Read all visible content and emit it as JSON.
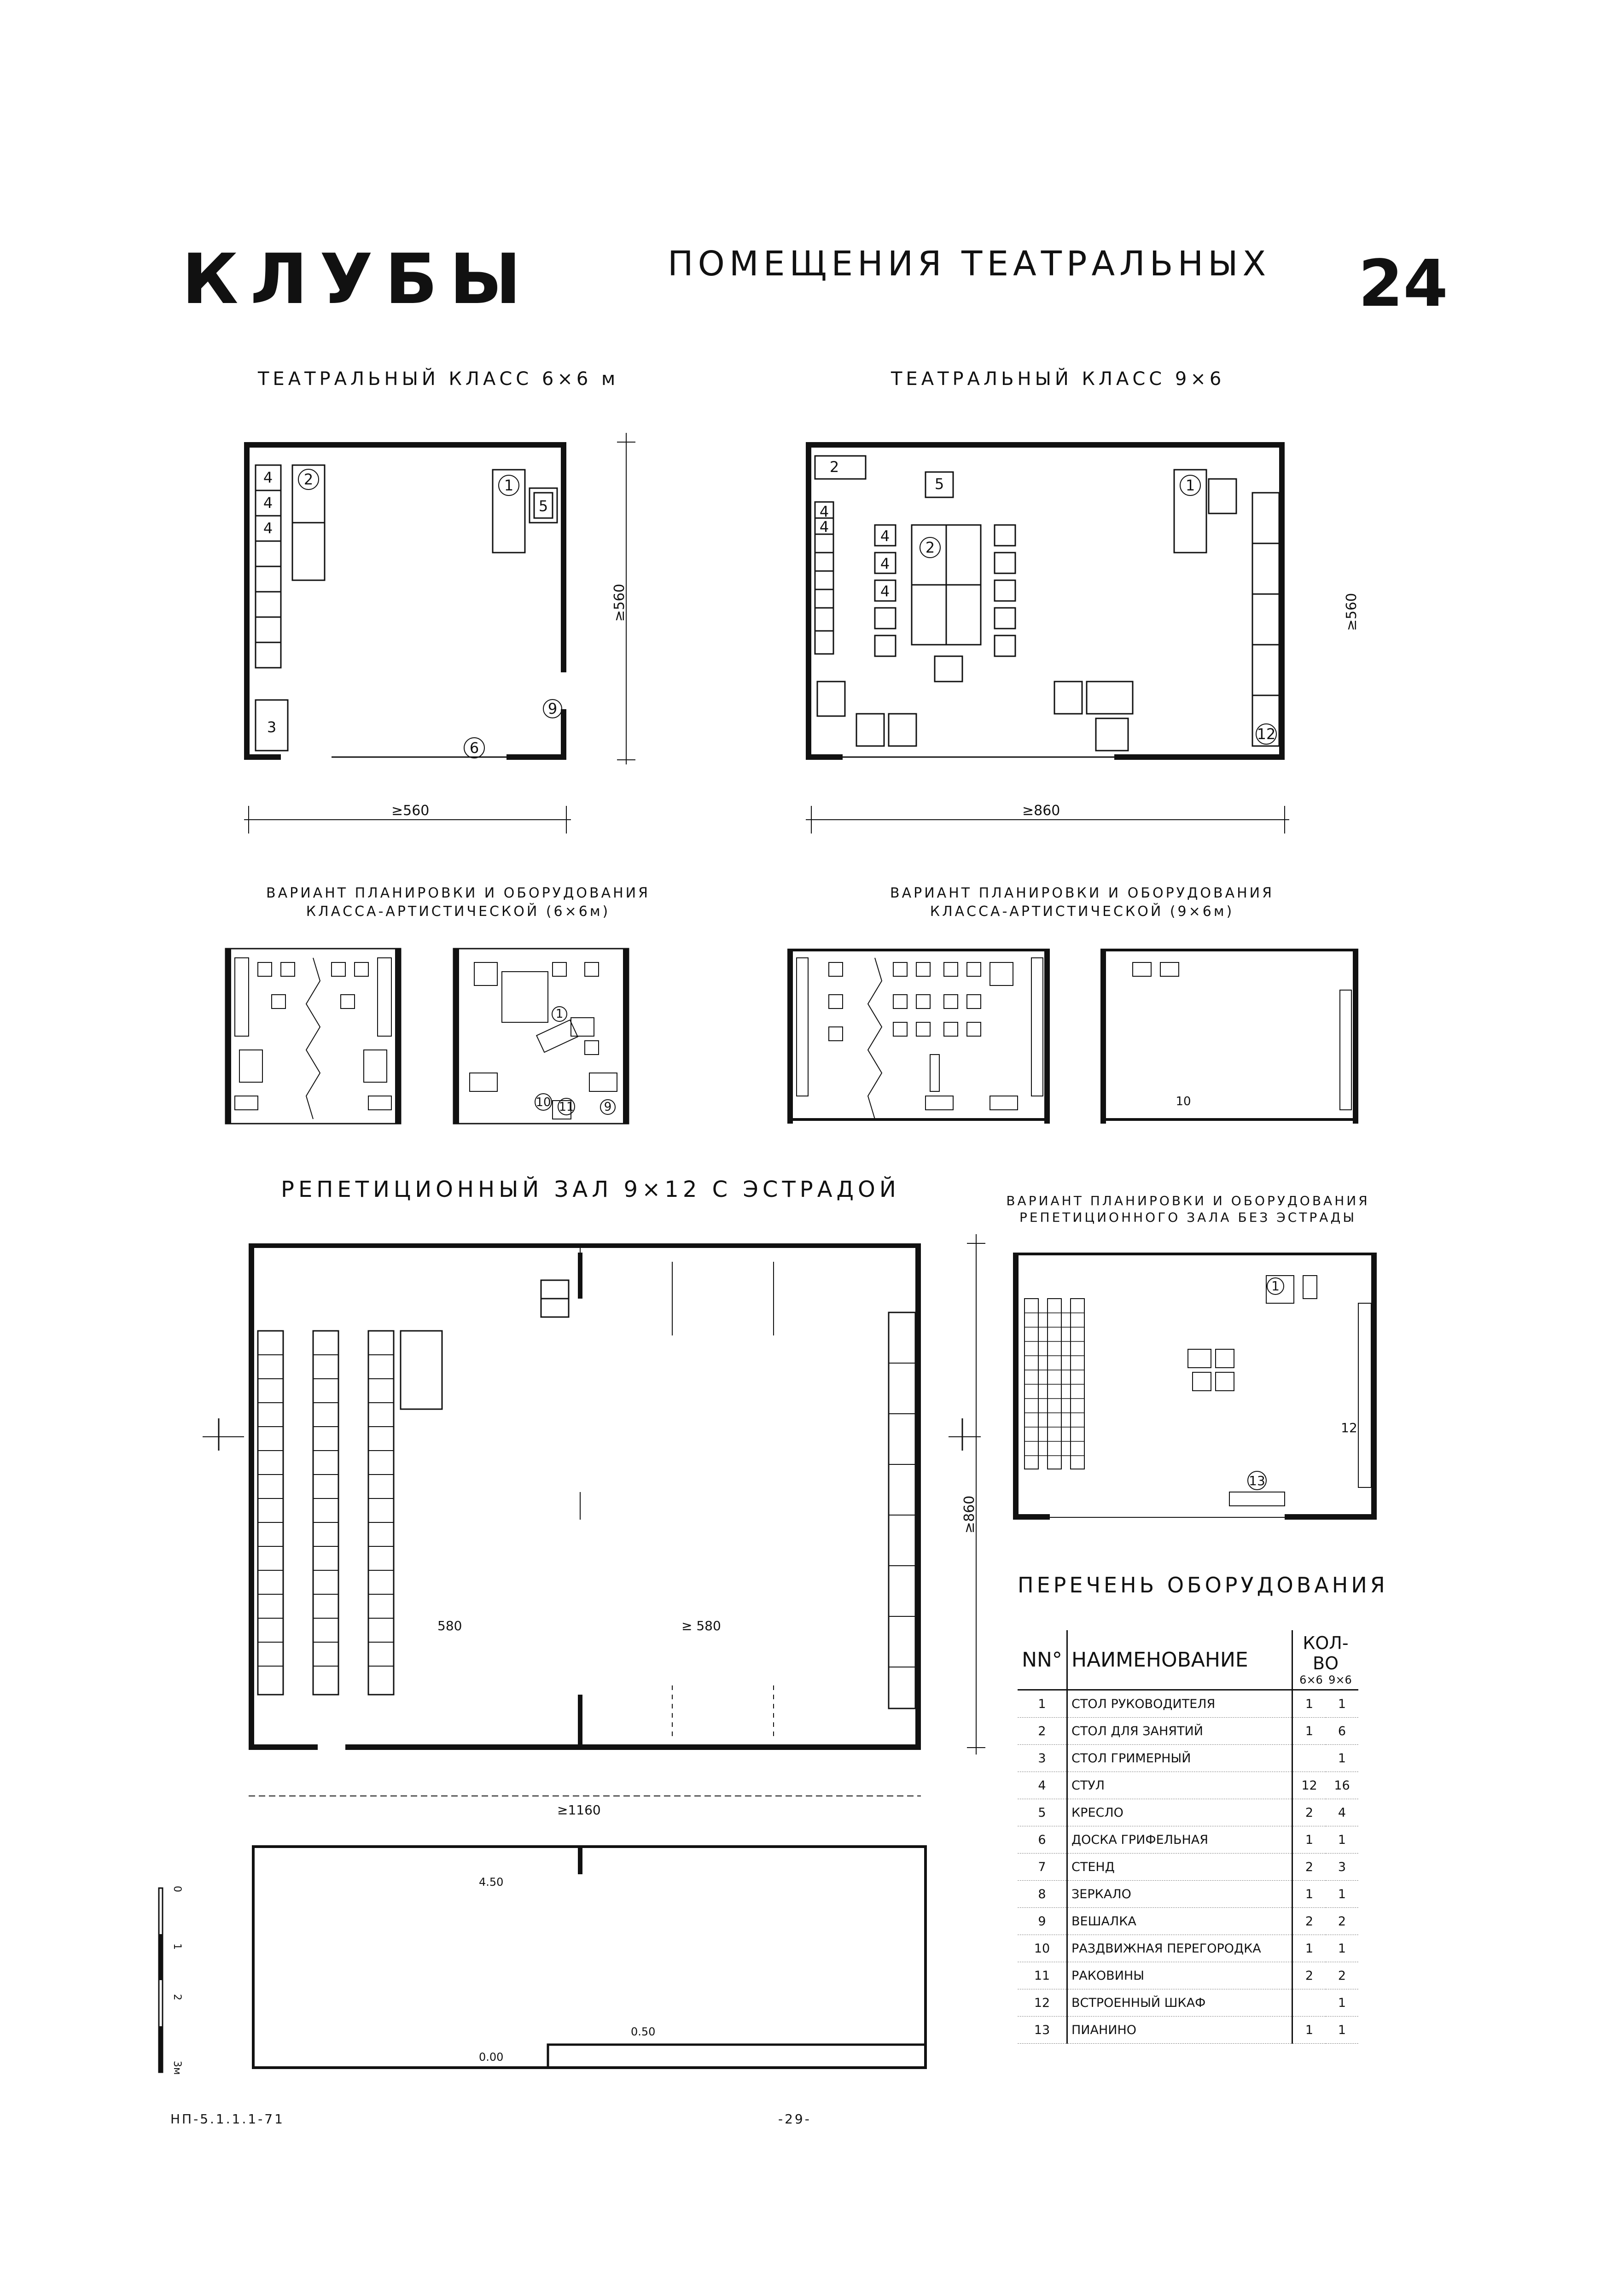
{
  "header": {
    "left": "КЛУБЫ",
    "center": "ПОМЕЩЕНИЯ ТЕАТРАЛЬНЫХ",
    "sheet_number": "24"
  },
  "plan_a": {
    "title": "ТЕАТРАЛЬНЫЙ КЛАСС 6×6 м",
    "dim_width": "≥560",
    "dim_height": "≥560",
    "labels": [
      "1",
      "2",
      "3",
      "4",
      "4",
      "4",
      "5",
      "6",
      "9"
    ]
  },
  "plan_b": {
    "title": "ТЕАТРАЛЬНЫЙ КЛАСС 9×6",
    "dim_width": "≥860",
    "dim_height": "≥560",
    "labels": [
      "1",
      "2",
      "2",
      "4",
      "4",
      "4",
      "4",
      "4",
      "5",
      "12"
    ]
  },
  "variant_6x6": {
    "title_line1": "ВАРИАНТ ПЛАНИРОВКИ И ОБОРУДОВАНИЯ",
    "title_line2": "КЛАССА-АРТИСТИЧЕСКОЙ (6×6м)",
    "labels": [
      "1",
      "10",
      "11",
      "9"
    ]
  },
  "variant_9x6": {
    "title_line1": "ВАРИАНТ ПЛАНИРОВКИ И ОБОРУДОВАНИЯ",
    "title_line2": "КЛАССА-АРТИСТИЧЕСКОЙ (9×6м)",
    "labels": [
      "10"
    ]
  },
  "rehearsal_hall": {
    "title": "РЕПЕТИЦИОННЫЙ ЗАЛ 9×12 С ЭСТРАДОЙ",
    "dim_width": "≥1160",
    "dim_height": "≥860",
    "label_stage": "580",
    "label_hall": "≥ 580"
  },
  "hall_variant": {
    "title_line1": "ВАРИАНТ ПЛАНИРОВКИ И ОБОРУДОВАНИЯ",
    "title_line2": "РЕПЕТИЦИОННОГО ЗАЛА БЕЗ ЭСТРАДЫ",
    "labels": [
      "1",
      "12",
      "13"
    ]
  },
  "section": {
    "label_top": "4.50",
    "label_mid": "0.50",
    "label_floor": "0.00"
  },
  "scale_bar": {
    "ticks": [
      "0",
      "1",
      "2",
      "3м"
    ]
  },
  "equipment_list": {
    "title": "ПЕРЕЧЕНЬ ОБОРУДОВАНИЯ",
    "col_num": "NN°",
    "col_name": "НАИМЕНОВАНИЕ",
    "col_qty": "КОЛ-ВО",
    "col_qty_a": "6×6",
    "col_qty_b": "9×6",
    "items": [
      {
        "n": "1",
        "name": "СТОЛ РУКОВОДИТЕЛЯ",
        "a": "1",
        "b": "1"
      },
      {
        "n": "2",
        "name": "СТОЛ ДЛЯ ЗАНЯТИЙ",
        "a": "1",
        "b": "6"
      },
      {
        "n": "3",
        "name": "СТОЛ ГРИМЕРНЫЙ",
        "a": "",
        "b": "1"
      },
      {
        "n": "4",
        "name": "СТУЛ",
        "a": "12",
        "b": "16"
      },
      {
        "n": "5",
        "name": "КРЕСЛО",
        "a": "2",
        "b": "4"
      },
      {
        "n": "6",
        "name": "ДОСКА ГРИФЕЛЬНАЯ",
        "a": "1",
        "b": "1"
      },
      {
        "n": "7",
        "name": "СТЕНД",
        "a": "2",
        "b": "3"
      },
      {
        "n": "8",
        "name": "ЗЕРКАЛО",
        "a": "1",
        "b": "1"
      },
      {
        "n": "9",
        "name": "ВЕШАЛКА",
        "a": "2",
        "b": "2"
      },
      {
        "n": "10",
        "name": "РАЗДВИЖНАЯ ПЕРЕГОРОДКА",
        "a": "1",
        "b": "1"
      },
      {
        "n": "11",
        "name": "РАКОВИНЫ",
        "a": "2",
        "b": "2"
      },
      {
        "n": "12",
        "name": "ВСТРОЕННЫЙ ШКАФ",
        "a": "",
        "b": "1"
      },
      {
        "n": "13",
        "name": "ПИАНИНО",
        "a": "1",
        "b": "1"
      }
    ]
  },
  "footer": {
    "code": "НП-5.1.1.1-71",
    "page": "-29-"
  }
}
